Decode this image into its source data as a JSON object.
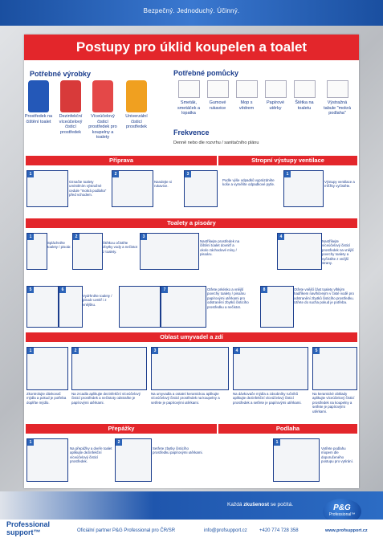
{
  "tagline": "Bezpečný. Jednoduchý. Účinný.",
  "title": "Postupy pro úklid koupelen a toalet",
  "products": {
    "heading": "Potřebné výrobky",
    "items": [
      {
        "label": "Prostředek na čištění toalet",
        "color": "#2458b8"
      },
      {
        "label": "Dezinfekční víceúčelový čisticí prostředek",
        "color": "#d83a3a"
      },
      {
        "label": "Víceúčelový čisticí prostředek pro koupelny a toalety",
        "color": "#e44848"
      },
      {
        "label": "Univerzální čisticí prostředek",
        "color": "#f0a020"
      }
    ]
  },
  "tools": {
    "heading": "Potřebné pomůcky",
    "items": [
      {
        "label": "Smeták, smetáček a lopatka"
      },
      {
        "label": "Gumové rukavice"
      },
      {
        "label": "Mop s vědrem"
      },
      {
        "label": "Papírové utěrky"
      },
      {
        "label": "Štětka na toaletu"
      },
      {
        "label": "Výstražná tabule \"mokrá podlaha\""
      }
    ]
  },
  "frequency": {
    "heading": "Frekvence",
    "note": "Denně nebo dle rozvrhu / sanitačního plánu"
  },
  "sections": {
    "priprava": "Příprava",
    "ventilace": "Stropní výstupy ventilace",
    "toalety": "Toalety a pisoáry",
    "umyvadla": "Oblast umyvadel a zdí",
    "prepazky": "Přepážky",
    "podlaha": "Podlaha"
  },
  "steps": {
    "prip1": {
      "n": "1",
      "text": "Označte toalety umístěním výstražné cedule \"mokrá podlaha\" před vchodem."
    },
    "prip2": {
      "n": "2",
      "text": "Nandejte si rukavice."
    },
    "prip3": {
      "n": "3",
      "text": "Podle výše odpadků vyprázdněte koše a vyměňte odpadkové pytle."
    },
    "vent1": {
      "n": "1",
      "text": "Výstupy ventilace a mřížky vyčistěte."
    },
    "toal1": {
      "n": "1",
      "text": "Spláchněte toalety / pisoár."
    },
    "toal2": {
      "n": "2",
      "text": "Štětkou očistěte zbytky vody a nečistot z toalety."
    },
    "toal3": {
      "n": "3",
      "text": "Nastříkejte prostředek na čištění toalet dovnitř a okolo záchodové mísy / pisoáru."
    },
    "toal4": {
      "n": "4",
      "text": "Nastříkejte víceúčelový čisticí prostředek na vnější povrchy toalety a vyčistěte z vnější strany."
    },
    "toal5": {
      "n": "5",
      "text": ""
    },
    "toal6": {
      "n": "6",
      "text": "Vydrhněte toalety / pisoár uvnitř i z vnějšku."
    },
    "toal7": {
      "n": "7",
      "text": "Otřete prkénko a vnější povrchy toalety / pisoáru papírovými utěrkami pro odstranění zbytků čisticího prostředku a nečistot."
    },
    "toal8": {
      "n": "8",
      "text": "Otřete vnější část toalety vlhkým hadříkem navlhčeným v čisté vodě pro odstranění zbytků čisticího prostředku. Utřete do sucha pokud je potřeba."
    },
    "umy1": {
      "n": "1",
      "text": "Zkontrolujte dávkovač mýdla a pokud je potřeba doplňte mýdlo."
    },
    "umy2": {
      "n": "2",
      "text": "Na zrcadla aplikujte dezinfekční víceúčelový čisticí prostředek a nečistoty odstraňte je papírovými utěrkami."
    },
    "umy3": {
      "n": "3",
      "text": "Na umyvadla a ostatní keramickou aplikujte víceúčelový čisticí prostředek na koupelny a setřete je papírovými utěrkami."
    },
    "umy4": {
      "n": "4",
      "text": "Na dávkovače mýdla a zásobníky ručníků aplikujte dezinfekční víceúčelový čisticí prostředek a setřete je papírovými utěrkami."
    },
    "umy5": {
      "n": "5",
      "text": "Na keramické obklady aplikujte víceúčelový čisticí prostředek na koupelny a setřete je papírovými utěrkami."
    },
    "prep1": {
      "n": "1",
      "text": "Na přepážky a dveře toalet aplikujte dezinfekční víceúčelový čisticí prostředek."
    },
    "prep2": {
      "n": "2",
      "text": "Setřete zbytky čisticího prostředku papírovými utěrkami."
    },
    "pod1": {
      "n": "1",
      "text": "Vytřete podlahu mopem dle doporučeného postupu pro vytírání."
    }
  },
  "footer": {
    "slogan_pre": "Každá ",
    "slogan_bold": "zkušenost",
    "slogan_post": " se počítá.",
    "pg_main": "P&G",
    "pg_sub": "Professional™",
    "logo_l1": "Professional",
    "logo_l2": "support™",
    "partner": "Oficiální partner P&G Professional pro ČR/SR",
    "email": "info@profsupport.cz",
    "phone": "+420 774 728 358",
    "web": "www.profsupport.cz"
  }
}
